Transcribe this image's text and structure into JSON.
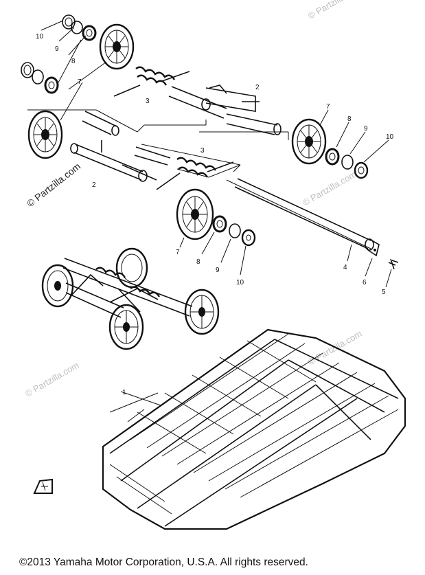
{
  "watermark": {
    "text": "© Partzilla.com"
  },
  "callouts": {
    "n1": "1",
    "n2": "2",
    "n3": "3",
    "n4": "4",
    "n5": "5",
    "n6": "6",
    "n7": "7",
    "n8": "8",
    "n9": "9",
    "n10": "10"
  },
  "footer": {
    "copyright": "©2013  Yamaha Motor Corporation, U.S.A. All rights reserved."
  }
}
